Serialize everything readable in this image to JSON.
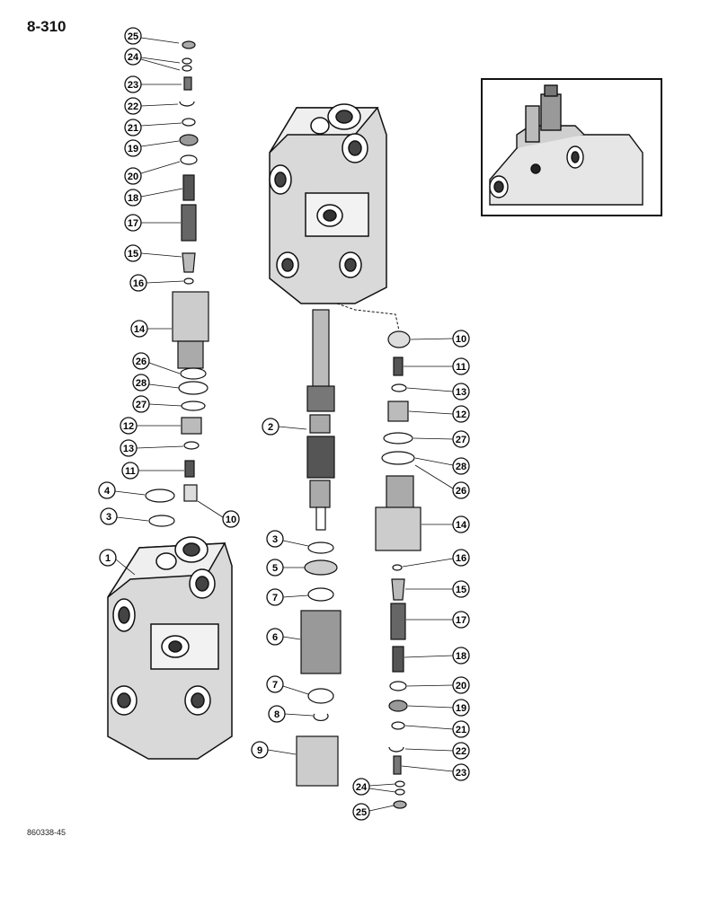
{
  "page_number": "8-310",
  "document_code": "860338-45",
  "left_callouts": [
    "25",
    "24",
    "23",
    "22",
    "21",
    "19",
    "20",
    "18",
    "17",
    "15",
    "16",
    "14",
    "26",
    "28",
    "27",
    "12",
    "13",
    "11",
    "4",
    "3",
    "10",
    "1"
  ],
  "center_callouts": [
    "2",
    "3",
    "5",
    "7",
    "6",
    "7",
    "8",
    "9"
  ],
  "right_callouts": [
    "10",
    "11",
    "13",
    "12",
    "27",
    "28",
    "26",
    "14",
    "16",
    "15",
    "17",
    "18",
    "20",
    "19",
    "21",
    "22",
    "23",
    "24",
    "25"
  ]
}
